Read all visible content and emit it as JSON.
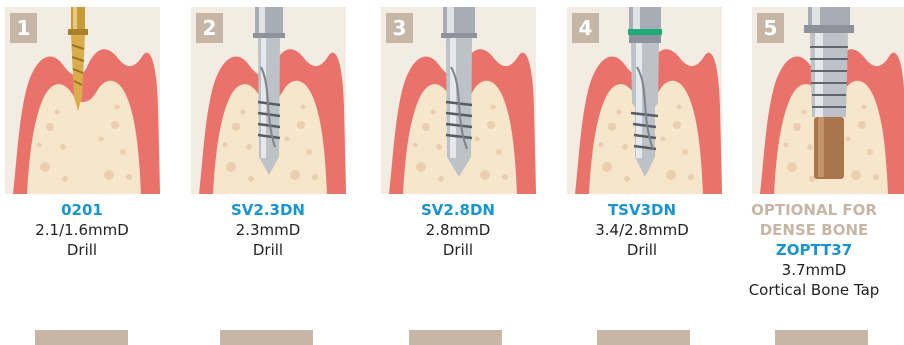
{
  "colors": {
    "code_text": "#1a93d1",
    "optional_text": "#c7b5a5",
    "number_badge": "#c6b6a6",
    "gum": "#e9736a",
    "bone": "#f6e6cc",
    "panel_bg": "#f3ece3"
  },
  "steps": [
    {
      "number": "1",
      "instrument": "gold-drill-icon",
      "code": "0201",
      "size": "2.1/1.6mmD",
      "type": "Drill"
    },
    {
      "number": "2",
      "instrument": "steel-drill-icon",
      "code": "SV2.3DN",
      "size": "2.3mmD",
      "type": "Drill"
    },
    {
      "number": "3",
      "instrument": "steel-drill-icon",
      "code": "SV2.8DN",
      "size": "2.8mmD",
      "type": "Drill"
    },
    {
      "number": "4",
      "instrument": "stepped-drill-icon",
      "code": "TSV3DN",
      "size": "3.4/2.8mmD",
      "type": "Drill"
    },
    {
      "number": "5",
      "instrument": "bone-tap-icon",
      "note_line1": "OPTIONAL FOR",
      "note_line2": "DENSE BONE",
      "code": "ZOPTT37",
      "size": "3.7mmD",
      "type": "Cortical Bone Tap"
    }
  ]
}
